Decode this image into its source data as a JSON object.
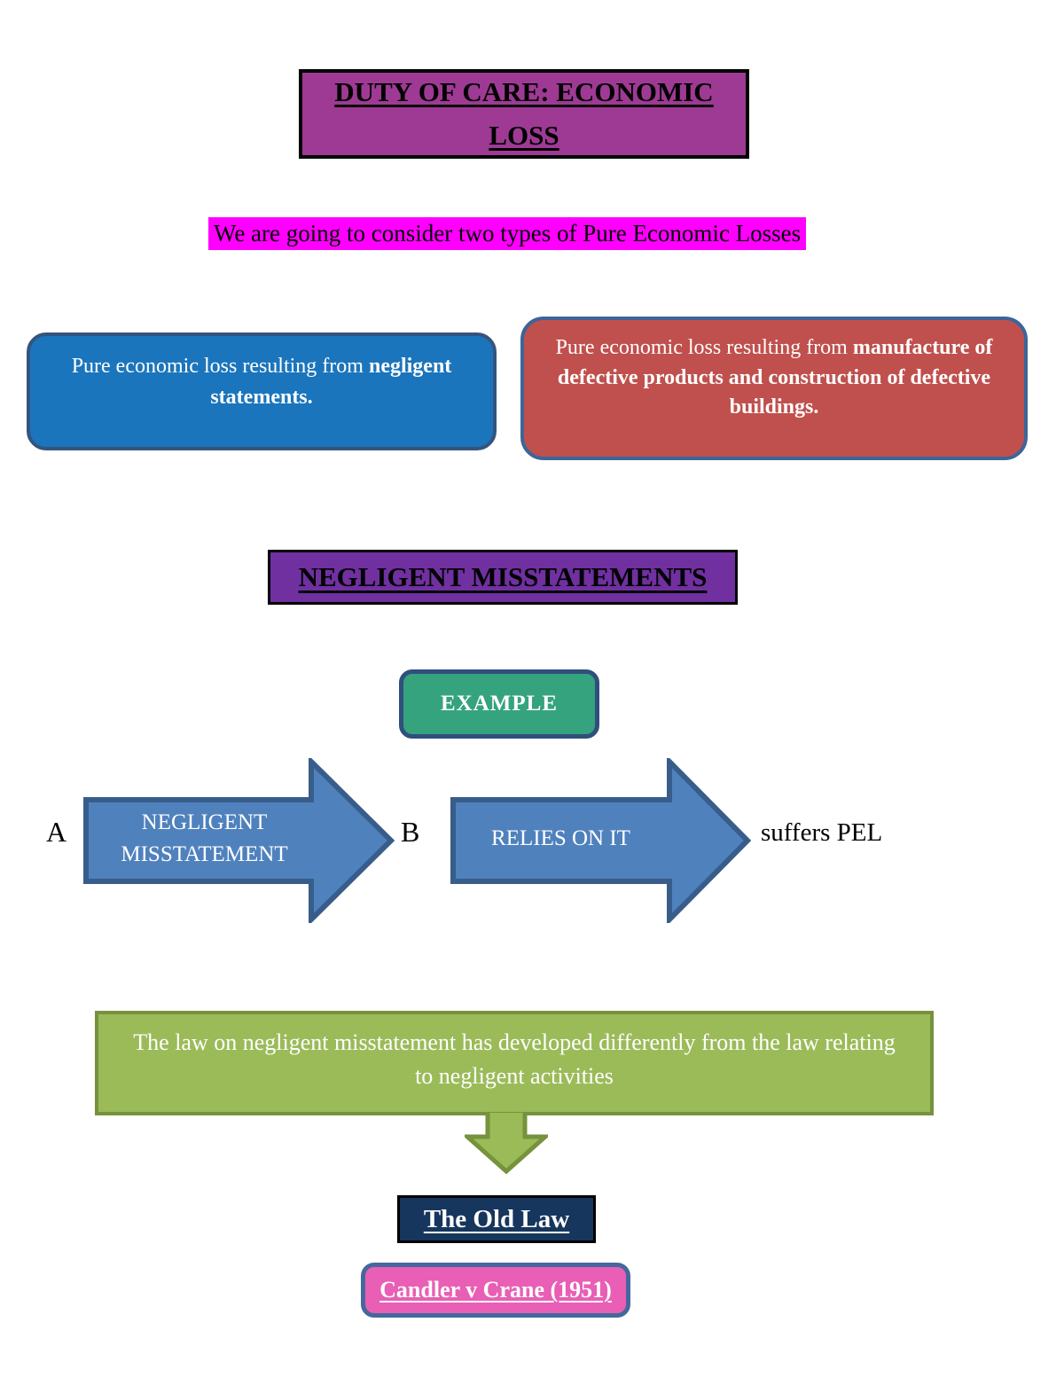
{
  "title_box": {
    "text": "DUTY OF CARE: ECONOMIC LOSS"
  },
  "intro": {
    "text": "We are going to consider two types of Pure Economic Losses"
  },
  "type_boxes": [
    {
      "prefix": "Pure economic loss resulting from ",
      "bold": "negligent statements."
    },
    {
      "prefix": "Pure economic loss resulting from ",
      "bold": "manufacture of defective products and construction of defective buildings."
    }
  ],
  "section_heading": {
    "text": "NEGLIGENT MISSTATEMENTS"
  },
  "example_box": {
    "text": "EXAMPLE"
  },
  "flow": {
    "party_a": "A",
    "party_b": "B",
    "arrow1_label": "NEGLIGENT MISSTATEMENT",
    "arrow2_label": "RELIES ON IT",
    "outcome": "suffers PEL"
  },
  "development_box": {
    "text": "The law on negligent misstatement has developed differently from the law relating to negligent activities"
  },
  "old_law_box": {
    "text": "The Old Law"
  },
  "case_box": {
    "text": "Candler v Crane (1951)"
  },
  "colors": {
    "title-bg": "#9E3A94",
    "highlight-bg": "#FF00FF",
    "blue-bg": "#1B75BC",
    "blue-border": "#35547D",
    "red-bg": "#C0504D",
    "red-border": "#3D6598",
    "purple-bg": "#7030A0",
    "example-bg": "#35A37E",
    "example-border": "#2F4F7D",
    "arrow-fill": "#4F81BD",
    "arrow-stroke": "#385D8A",
    "green-bg": "#9BBB59",
    "green-border": "#76923C",
    "oldlaw-bg": "#17365D",
    "case-bg": "#E85FB5",
    "case-border": "#44689D"
  }
}
